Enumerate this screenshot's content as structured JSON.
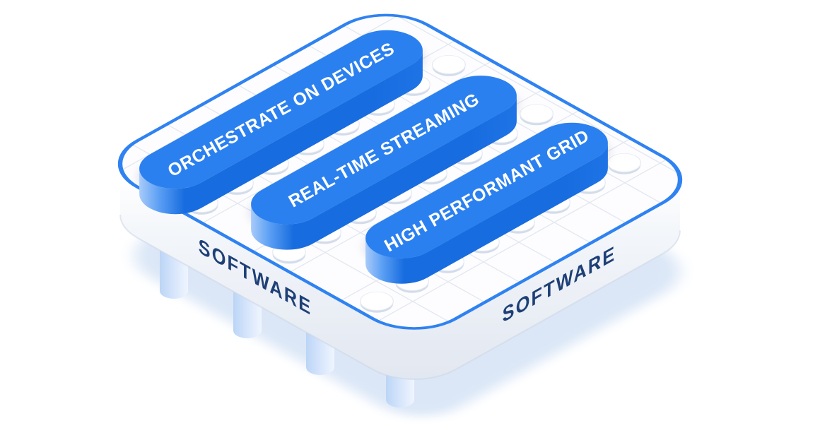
{
  "illustration": {
    "title": "isometric-software-platform",
    "bars": [
      {
        "label": "ORCHESTRATE ON DEVICES"
      },
      {
        "label": "REAL-TIME STREAMING"
      },
      {
        "label": "HIGH PERFORMANT GRID"
      }
    ],
    "edge_labels": {
      "left": "SOFTWARE",
      "right": "SOFTWARE"
    },
    "colors": {
      "bar_top": "#2b80f0",
      "bar_side": "#176cdf",
      "bar_side_mid": "#5b9ff4",
      "bar_side_light": "#a8cbfa",
      "bar_label": "#ffffff",
      "board_outline": "#2f82f1",
      "board_top": "#fdfdff",
      "grid_line": "#e3e8f0",
      "stud_top": "#ffffff",
      "stud_rim": "#d3dcea",
      "stud_edge": "#e7ecf4",
      "wall_top": "#ffffff",
      "wall_bottom": "#dfe5ef",
      "wall_edge": "#ccd5e3",
      "edge_text": "#1e4076",
      "ground_shadow": "#dbe7f7",
      "bar_shadow": "rgba(30,45,80,0.16)",
      "peg_dark": "#bcd5f6",
      "peg_mid": "#d9e7fc",
      "peg_light": "#eff5fe"
    }
  }
}
